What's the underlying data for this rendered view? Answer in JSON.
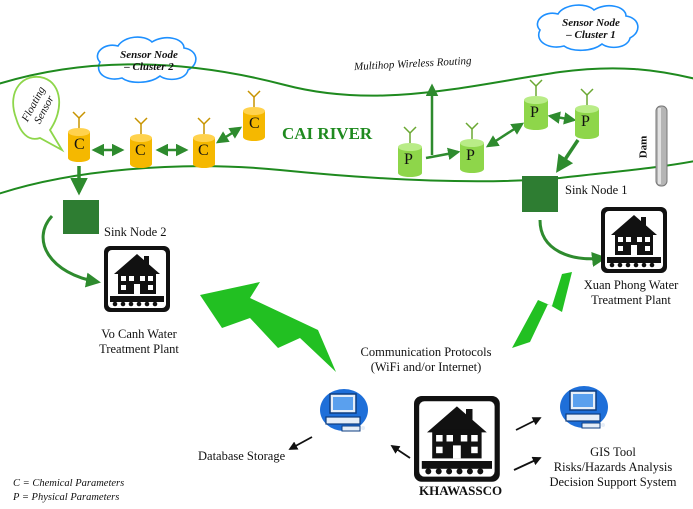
{
  "river": {
    "label": "CAI RIVER"
  },
  "clusters": {
    "cluster1": {
      "line1": "Sensor Node",
      "line2": "– Cluster 1"
    },
    "cluster2": {
      "line1": "Sensor Node",
      "line2": "– Cluster 2"
    }
  },
  "routing_label": "Multihop Wireless Routing",
  "floating_sensor": {
    "line1": "Floating",
    "line2": "Sensor"
  },
  "dam_label": "Dam",
  "chem_node_letter": "C",
  "phys_node_letter": "P",
  "sink1_label": "Sink Node 1",
  "sink2_label": "Sink Node 2",
  "xuan_phong": {
    "line1": "Xuan Phong Water",
    "line2": "Treatment Plant"
  },
  "vo_canh": {
    "line1": "Vo Canh Water",
    "line2": "Treatment Plant"
  },
  "comm": {
    "line1": "Communication Protocols",
    "line2": "(WiFi and/or Internet)"
  },
  "database_label": "Database Storage",
  "khawassco_label": "KHAWASSCO",
  "gis": {
    "line1": "GIS Tool",
    "line2": "Risks/Hazards Analysis",
    "line3": "Decision Support System"
  },
  "legend": {
    "c": "C  =  Chemical Parameters",
    "p": "P  =  Physical Parameters"
  },
  "colors": {
    "river": "#1f8a1f",
    "chem_node": "#f5b800",
    "phys_node": "#8ed64a",
    "sink": "#2e7d32",
    "arrow": "#2e8b2e",
    "bolt": "#22c022",
    "cloud": "#1e90ff",
    "computer": "#1e6fd9"
  }
}
